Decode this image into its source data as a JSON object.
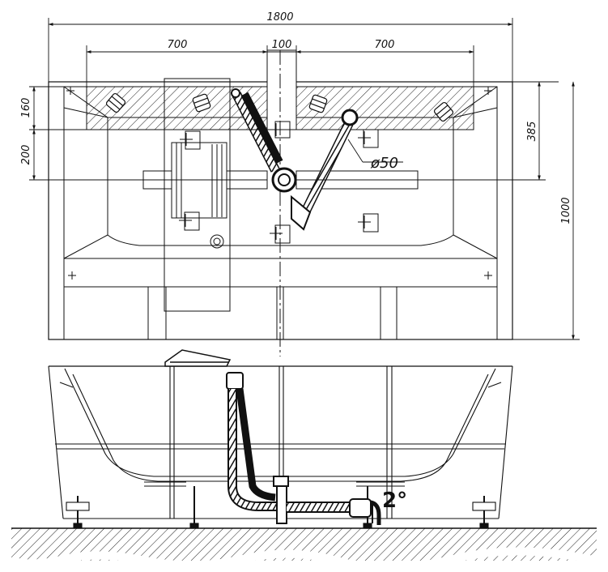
{
  "dimensions": {
    "total_width": "1800",
    "left_width": "700",
    "center_width": "100",
    "right_width": "700",
    "left_top": "160",
    "left_middle": "200",
    "right_top": "385",
    "right_total": "1000"
  },
  "labels": {
    "pipe_diameter": "ø50",
    "slope": "2°"
  }
}
